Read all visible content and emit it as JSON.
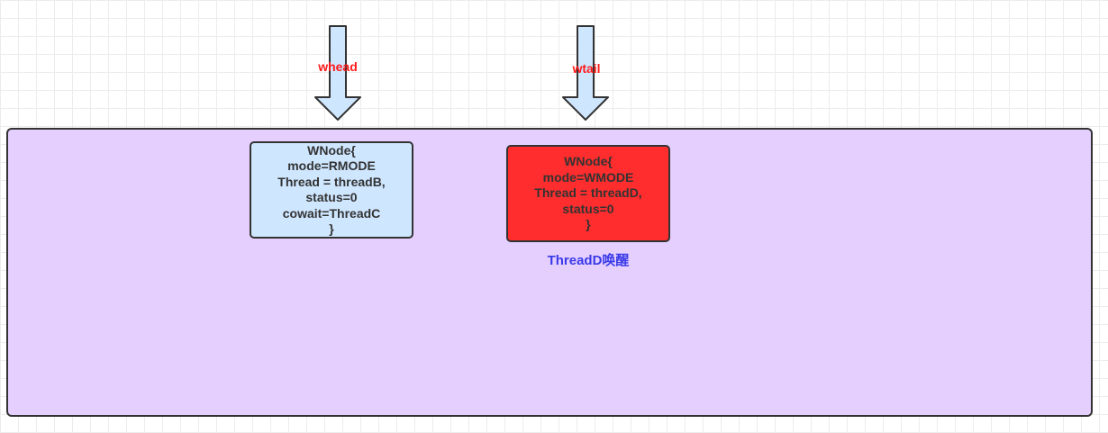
{
  "pointers": {
    "whead": "whead",
    "wtail": "wtail"
  },
  "node_b": {
    "lines": [
      "WNode{",
      "mode=RMODE",
      "Thread = threadB,",
      "status=0",
      "cowait=ThreadC",
      "}"
    ],
    "fill": "#cfe6ff"
  },
  "node_d": {
    "lines": [
      "WNode{",
      "mode=WMODE",
      "Thread = threadD,",
      "status=0",
      "}"
    ],
    "fill": "#ff2d2d"
  },
  "caption": "ThreadD唤醒",
  "colors": {
    "container_fill": "#e5cfff",
    "arrow_fill": "#cfe6ff",
    "pointer_text": "#ff1a1a",
    "caption_text": "#3a3ae8"
  }
}
